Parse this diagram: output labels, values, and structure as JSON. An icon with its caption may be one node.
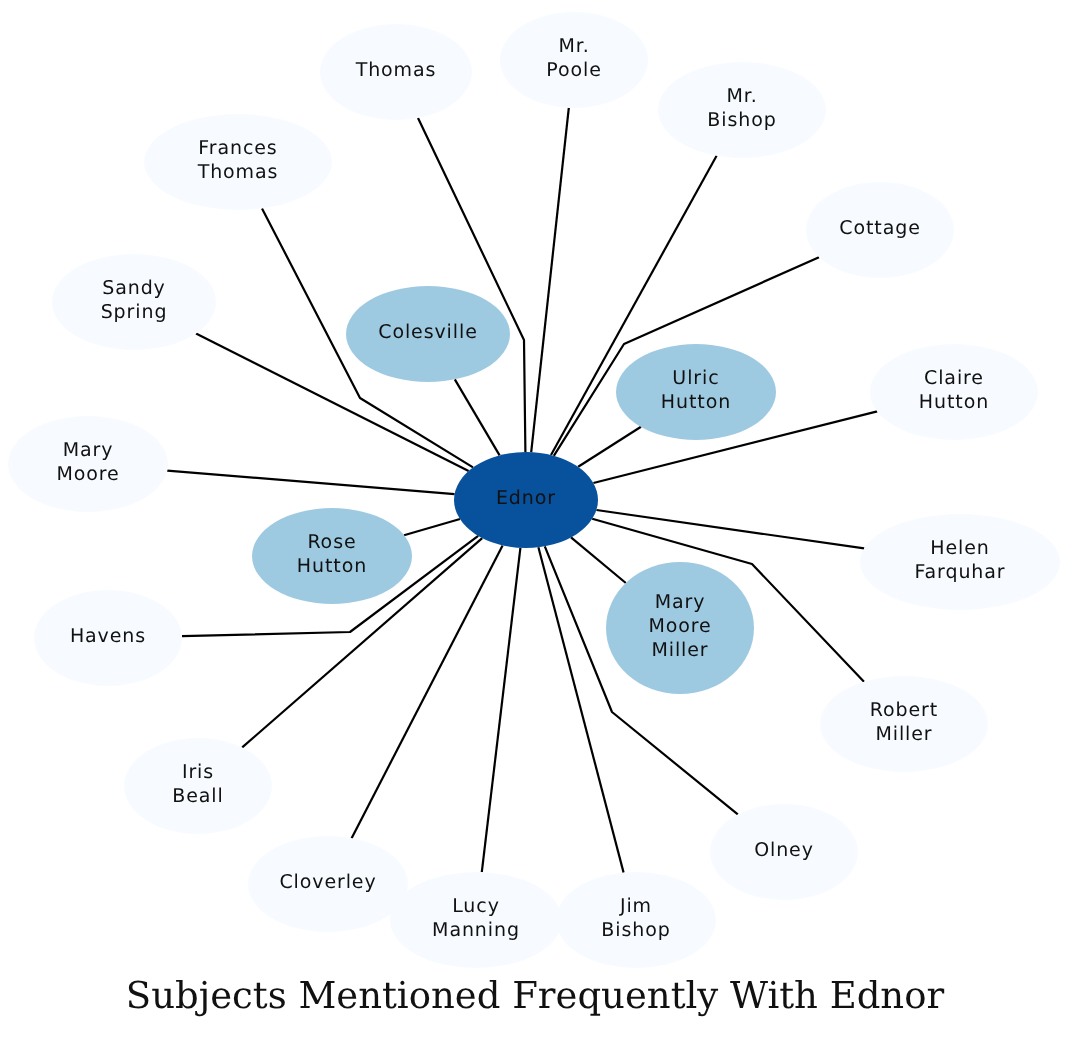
{
  "diagram": {
    "title": "Subjects Mentioned Frequently With Ednor",
    "nodes": [
      {
        "text": [
          "Ednor"
        ]
      },
      {
        "text": [
          "Thomas"
        ]
      },
      {
        "text": [
          "Mr. Poole"
        ]
      },
      {
        "text": [
          "Mr. Bishop"
        ]
      },
      {
        "text": [
          "Frances Thomas"
        ]
      },
      {
        "text": [
          "Cottage"
        ]
      },
      {
        "text": [
          "Sandy Spring"
        ]
      },
      {
        "text": [
          "Colesville"
        ]
      },
      {
        "text": [
          "Ulric Hutton"
        ]
      },
      {
        "text": [
          "Claire Hutton"
        ]
      },
      {
        "text": [
          "Mary Moore"
        ]
      },
      {
        "text": [
          "Helen Farquhar"
        ]
      },
      {
        "text": [
          "Rose Hutton"
        ]
      },
      {
        "text": [
          "Mary Moore Miller"
        ]
      },
      {
        "text": [
          "Havens"
        ]
      },
      {
        "text": [
          "Robert Miller"
        ]
      },
      {
        "text": [
          "Iris Beall"
        ]
      },
      {
        "text": [
          "Olney"
        ]
      },
      {
        "text": [
          "Cloverley"
        ]
      },
      {
        "text": [
          "Lucy Manning"
        ]
      },
      {
        "text": [
          "Jim Bishop"
        ]
      }
    ],
    "edges": [
      {
        "from": 0,
        "to": 1,
        "arrow": "none"
      },
      {
        "from": 0,
        "to": 2,
        "arrow": "none"
      },
      {
        "from": 0,
        "to": 3,
        "arrow": "none"
      },
      {
        "from": 0,
        "to": 4,
        "arrow": "none"
      },
      {
        "from": 0,
        "to": 5,
        "arrow": "none"
      },
      {
        "from": 0,
        "to": 6,
        "arrow": "none"
      },
      {
        "from": 0,
        "to": 7,
        "arrow": "none"
      },
      {
        "from": 0,
        "to": 8,
        "arrow": "none"
      },
      {
        "from": 0,
        "to": 9,
        "arrow": "none"
      },
      {
        "from": 0,
        "to": 10,
        "arrow": "none"
      },
      {
        "from": 0,
        "to": 11,
        "arrow": "none"
      },
      {
        "from": 0,
        "to": 12,
        "arrow": "none"
      },
      {
        "from": 0,
        "to": 13,
        "arrow": "none"
      },
      {
        "from": 0,
        "to": 14,
        "arrow": "none"
      },
      {
        "from": 0,
        "to": 15,
        "arrow": "none"
      },
      {
        "from": 0,
        "to": 16,
        "arrow": "none"
      },
      {
        "from": 0,
        "to": 17,
        "arrow": "none"
      },
      {
        "from": 0,
        "to": 18,
        "arrow": "none"
      },
      {
        "from": 0,
        "to": 19,
        "arrow": "none"
      },
      {
        "from": 0,
        "to": 20,
        "arrow": "none"
      }
    ]
  }
}
